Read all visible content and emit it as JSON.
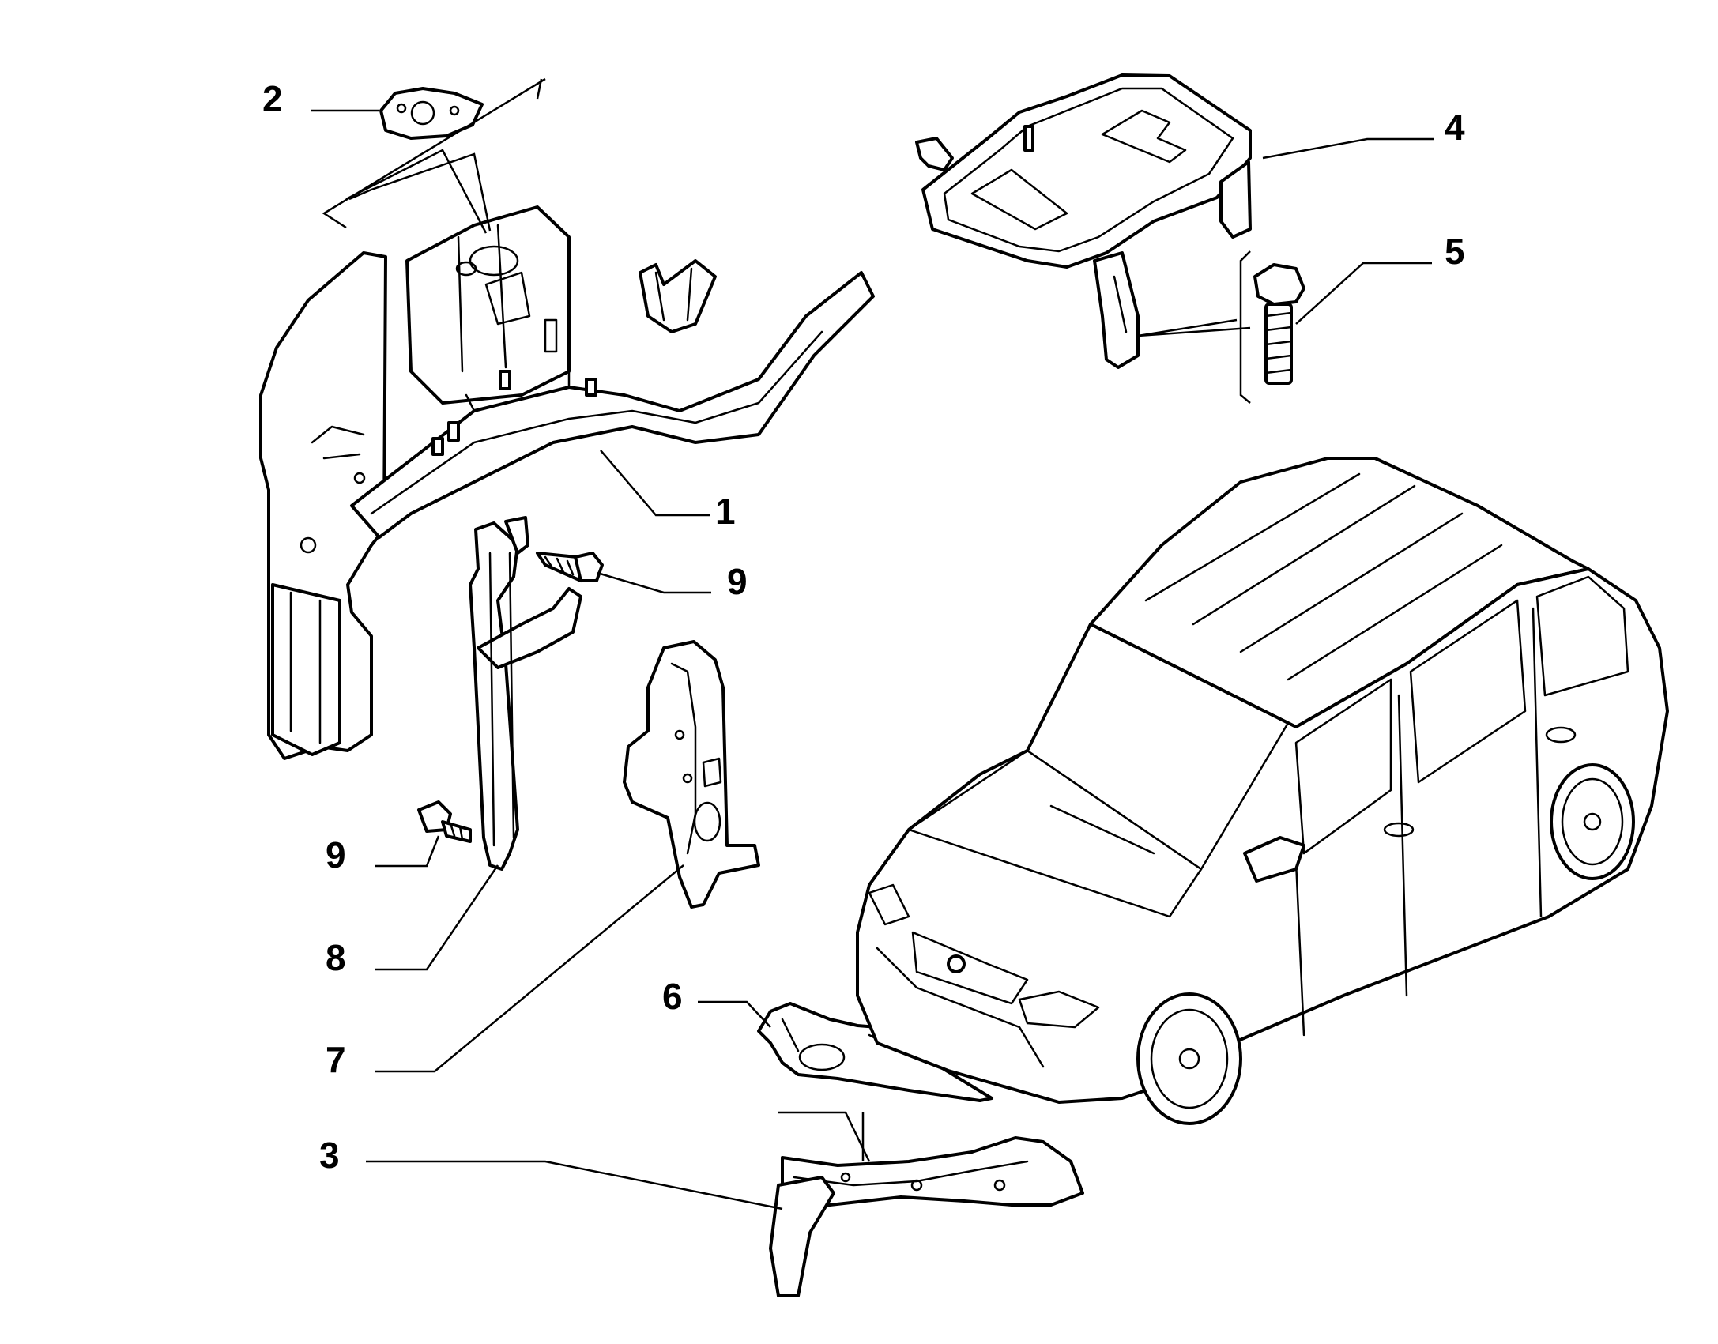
{
  "callouts": {
    "part_1": "1",
    "part_2": "2",
    "part_3": "3",
    "part_4": "4",
    "part_5": "5",
    "part_6": "6",
    "part_7": "7",
    "part_8": "8",
    "part_9_upper": "9",
    "part_9_lower": "9"
  },
  "colors": {
    "line": "#000000",
    "background": "#ffffff"
  }
}
